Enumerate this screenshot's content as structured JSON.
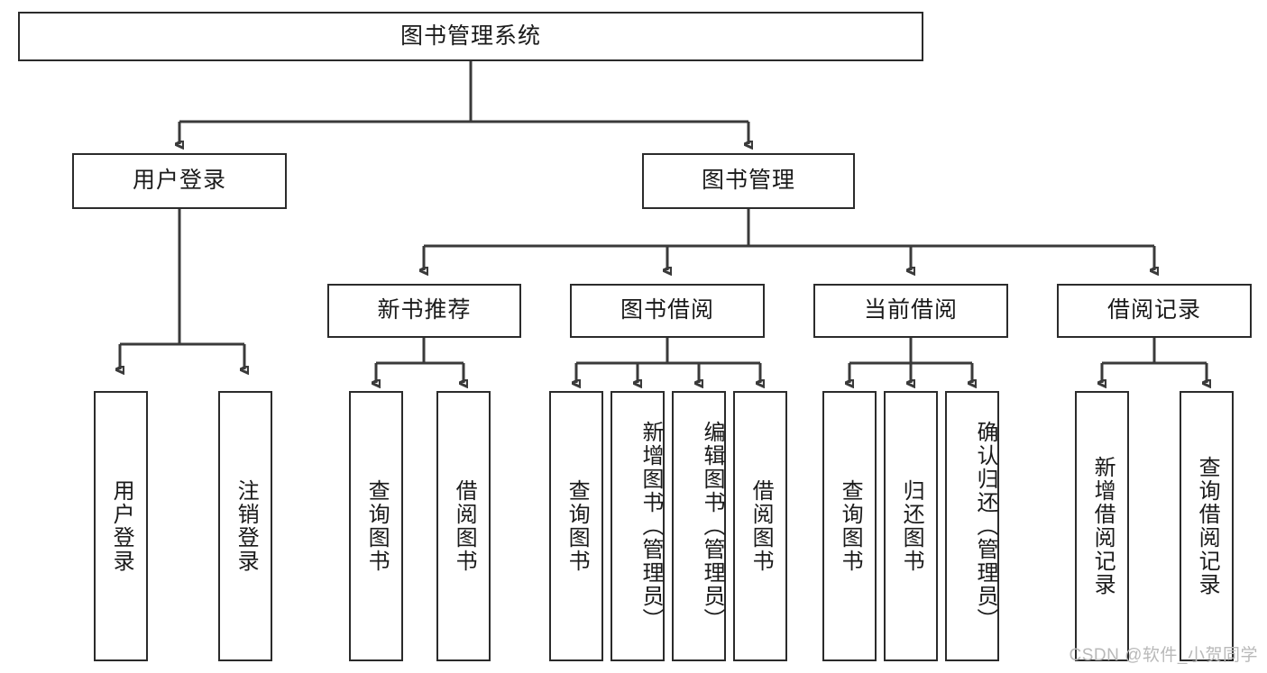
{
  "diagram": {
    "title": "图书管理系统",
    "type": "hierarchy-tree",
    "root": {
      "label": "图书管理系统"
    },
    "level2": [
      {
        "label": "用户登录"
      },
      {
        "label": "图书管理"
      }
    ],
    "level3": [
      {
        "label": "新书推荐"
      },
      {
        "label": "图书借阅"
      },
      {
        "label": "当前借阅"
      },
      {
        "label": "借阅记录"
      }
    ],
    "leaves": {
      "user_login": [
        {
          "label": "用户登录"
        },
        {
          "label": "注销登录"
        }
      ],
      "new_book_recommend": [
        {
          "label": "查询图书"
        },
        {
          "label": "借阅图书"
        }
      ],
      "book_borrow": [
        {
          "label": "查询图书"
        },
        {
          "label": "新增图书（管理员）"
        },
        {
          "label": "编辑图书（管理员）"
        },
        {
          "label": "借阅图书"
        }
      ],
      "current_borrow": [
        {
          "label": "查询图书"
        },
        {
          "label": "归还图书"
        },
        {
          "label": "确认归还（管理员）"
        }
      ],
      "borrow_record": [
        {
          "label": "新增借阅记录"
        },
        {
          "label": "查询借阅记录"
        }
      ]
    }
  },
  "watermark": {
    "text": "CSDN @软件_小贺同学"
  },
  "colors": {
    "border": "#2b2b2b",
    "line": "#3a3a3a",
    "text": "#1a1a1a",
    "background": "#ffffff",
    "watermark": "#b9b9b9"
  }
}
